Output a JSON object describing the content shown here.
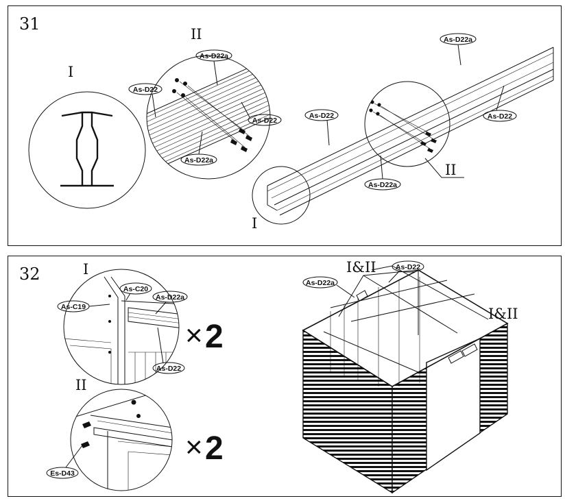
{
  "step31": {
    "number": "31",
    "detail_i_label": "I",
    "detail_ii_label": "II",
    "detail_ii_callout": "II",
    "detail_i_callout": "I",
    "tags": {
      "ii_top": "As-D22a",
      "ii_left": "As-D22",
      "ii_right": "As-D22",
      "ii_bottom": "As-D22a",
      "main_top": "As-D22a",
      "main_left": "As-D22",
      "main_right": "As-D22",
      "main_bottom": "As-D22a"
    }
  },
  "step32": {
    "number": "32",
    "detail_i_label": "I",
    "detail_ii_label": "II",
    "times_sign_1": "×",
    "qty_1": "2",
    "times_sign_2": "×",
    "qty_2": "2",
    "shed_label_left": "I&II",
    "shed_label_right": "I&II",
    "tags": {
      "i_c20": "As-C20",
      "i_c19": "As-C19",
      "i_d22a": "As-D22a",
      "i_d22": "As-D22",
      "ii_d43": "Es-D43",
      "shed_d22a": "As-D22a",
      "shed_d22": "As-D22"
    }
  }
}
